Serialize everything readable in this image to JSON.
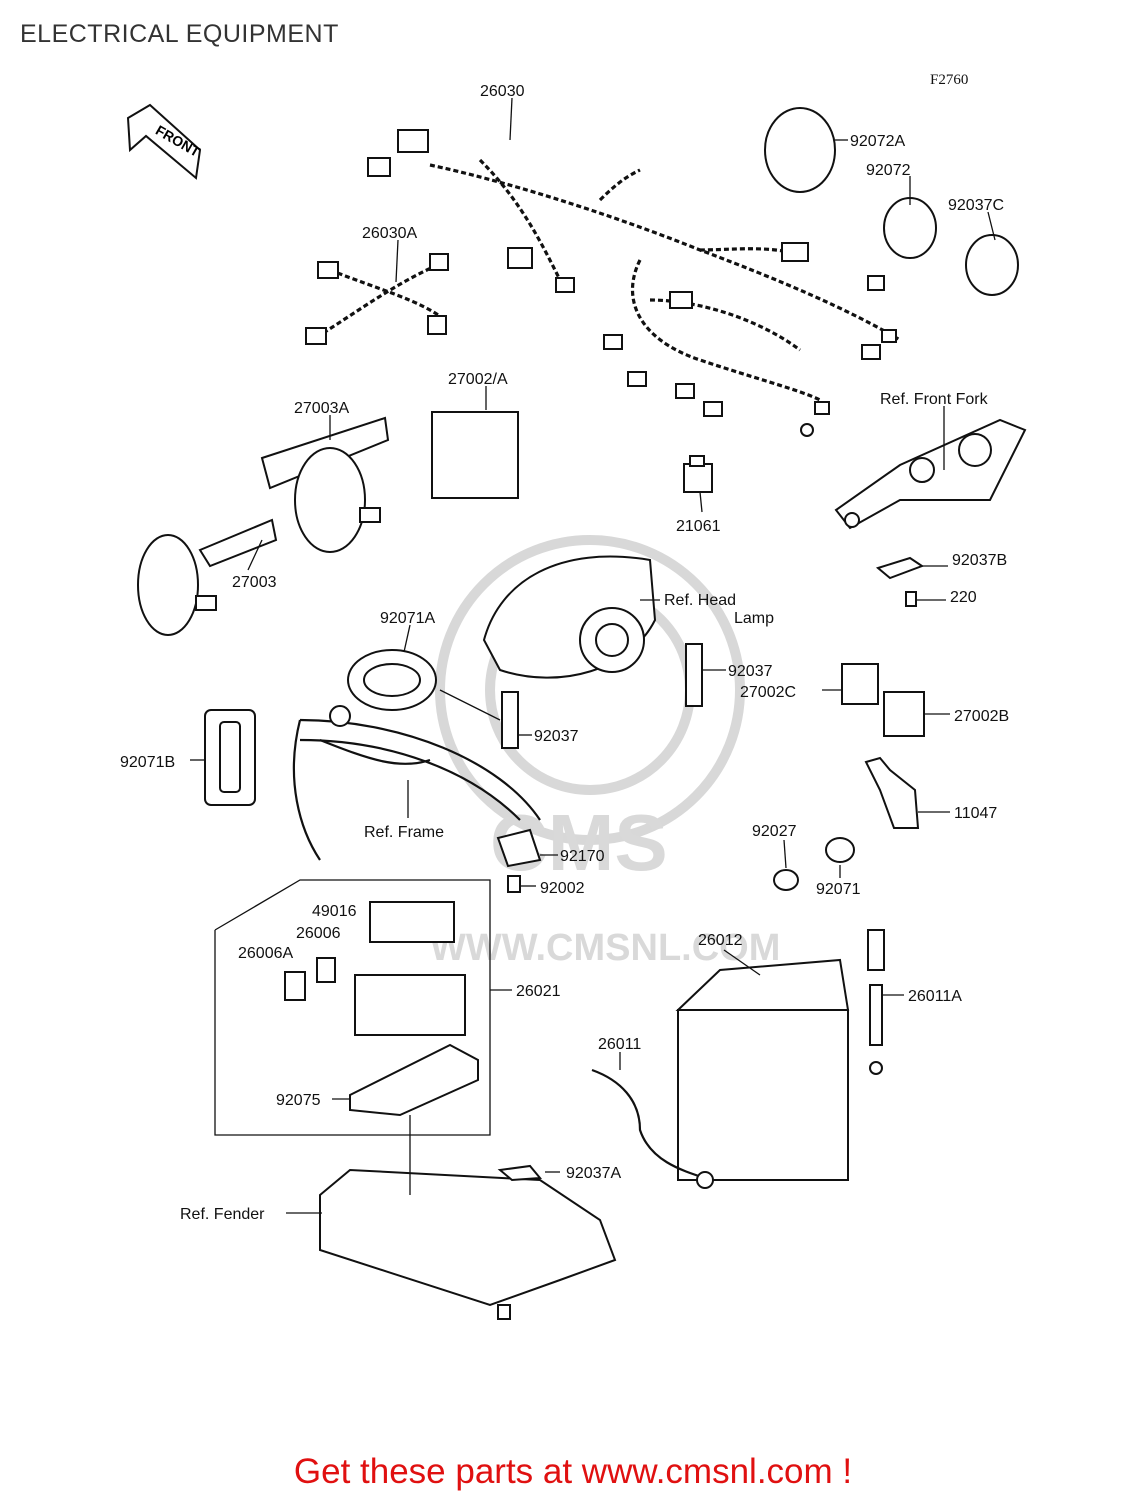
{
  "header": {
    "title": "ELECTRICAL EQUIPMENT",
    "figure_id": "F2760"
  },
  "front_arrow": "FRONT",
  "watermark": {
    "brand": "CMS",
    "url": "WWW.CMSNL.COM"
  },
  "labels": {
    "p26030": "26030",
    "p92072A": "92072A",
    "p92072": "92072",
    "p92037C": "92037C",
    "p26030A": "26030A",
    "p27002A": "27002/A",
    "p27003A": "27003A",
    "ref_front_fork": "Ref. Front Fork",
    "p21061": "21061",
    "p27003": "27003",
    "p92037B": "92037B",
    "p220": "220",
    "ref_head_lamp_1": "Ref. Head",
    "ref_head_lamp_2": "Lamp",
    "p92071A": "92071A",
    "p92037_right": "92037",
    "p27002C": "27002C",
    "p27002B": "27002B",
    "p92037_center": "92037",
    "p92071B": "92071B",
    "p11047": "11047",
    "ref_frame": "Ref. Frame",
    "p92027": "92027",
    "p92170": "92170",
    "p92071": "92071",
    "p92002": "92002",
    "p49016": "49016",
    "p26006": "26006",
    "p26006A": "26006A",
    "p26012": "26012",
    "p26021": "26021",
    "p26011A": "26011A",
    "p26011": "26011",
    "p92075": "92075",
    "p92037A": "92037A",
    "ref_fender": "Ref. Fender"
  },
  "footer": {
    "cta": "Get these parts at www.cmsnl.com !",
    "color": "#e01010"
  }
}
